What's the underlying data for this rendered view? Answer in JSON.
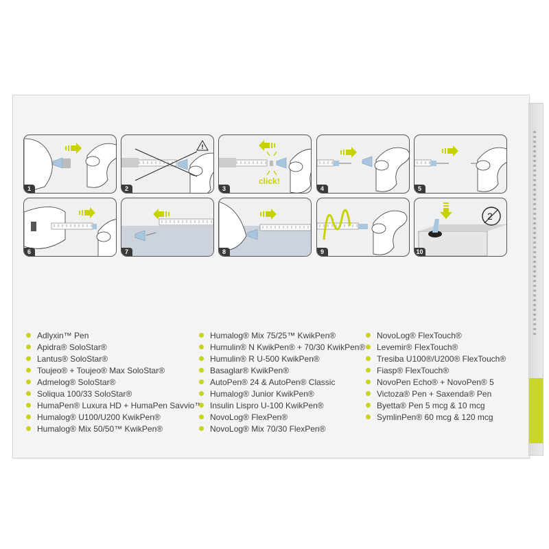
{
  "accent_color": "#c9d420",
  "steps": [
    {
      "number": "1",
      "icon": "attach-needle-icon"
    },
    {
      "number": "2",
      "icon": "wrong-angle-warning-icon"
    },
    {
      "number": "3",
      "icon": "click-attach-icon",
      "label": "click!"
    },
    {
      "number": "4",
      "icon": "remove-outer-cap-icon"
    },
    {
      "number": "5",
      "icon": "remove-inner-cap-icon"
    },
    {
      "number": "6",
      "icon": "inject-icon"
    },
    {
      "number": "7",
      "icon": "recap-on-table-icon"
    },
    {
      "number": "8",
      "icon": "push-cap-icon"
    },
    {
      "number": "9",
      "icon": "unscrew-needle-icon"
    },
    {
      "number": "10",
      "icon": "dispose-sharps-icon"
    }
  ],
  "compatible_pens": {
    "column1": [
      "Adlyxin™ Pen",
      "Apidra® SoloStar®",
      "Lantus® SoloStar®",
      "Toujeo® + Toujeo® Max SoloStar®",
      "Admelog® SoloStar®",
      "Soliqua 100/33 SoloStar®",
      "HumaPen® Luxura HD + HumaPen Savvio™",
      "Humalog® U100/U200 KwikPen®",
      "Humalog® Mix 50/50™ KwikPen®"
    ],
    "column2": [
      "Humalog® Mix 75/25™ KwikPen®",
      "Humulin® N KwikPen® + 70/30 KwikPen®",
      "Humulin® R U-500 KwikPen®",
      "Basaglar® KwikPen®",
      "AutoPen® 24 & AutoPen® Classic",
      "Humalog® Junior KwikPen®",
      "Insulin Lispro U-100 KwikPen®",
      "NovoLog® FlexPen®",
      "NovoLog® Mix 70/30 FlexPen®"
    ],
    "column3": [
      "NovoLog® FlexTouch®",
      "Levemir® FlexTouch®",
      "Tresiba U100®/U200® FlexTouch®",
      "Fiasp® FlexTouch®",
      "NovoPen Echo® + NovoPen® 5",
      "Victoza® Pen + Saxenda® Pen",
      "Byetta® Pen 5 mcg & 10 mcg",
      "SymlinPen® 60 mcg & 120 mcg"
    ]
  }
}
